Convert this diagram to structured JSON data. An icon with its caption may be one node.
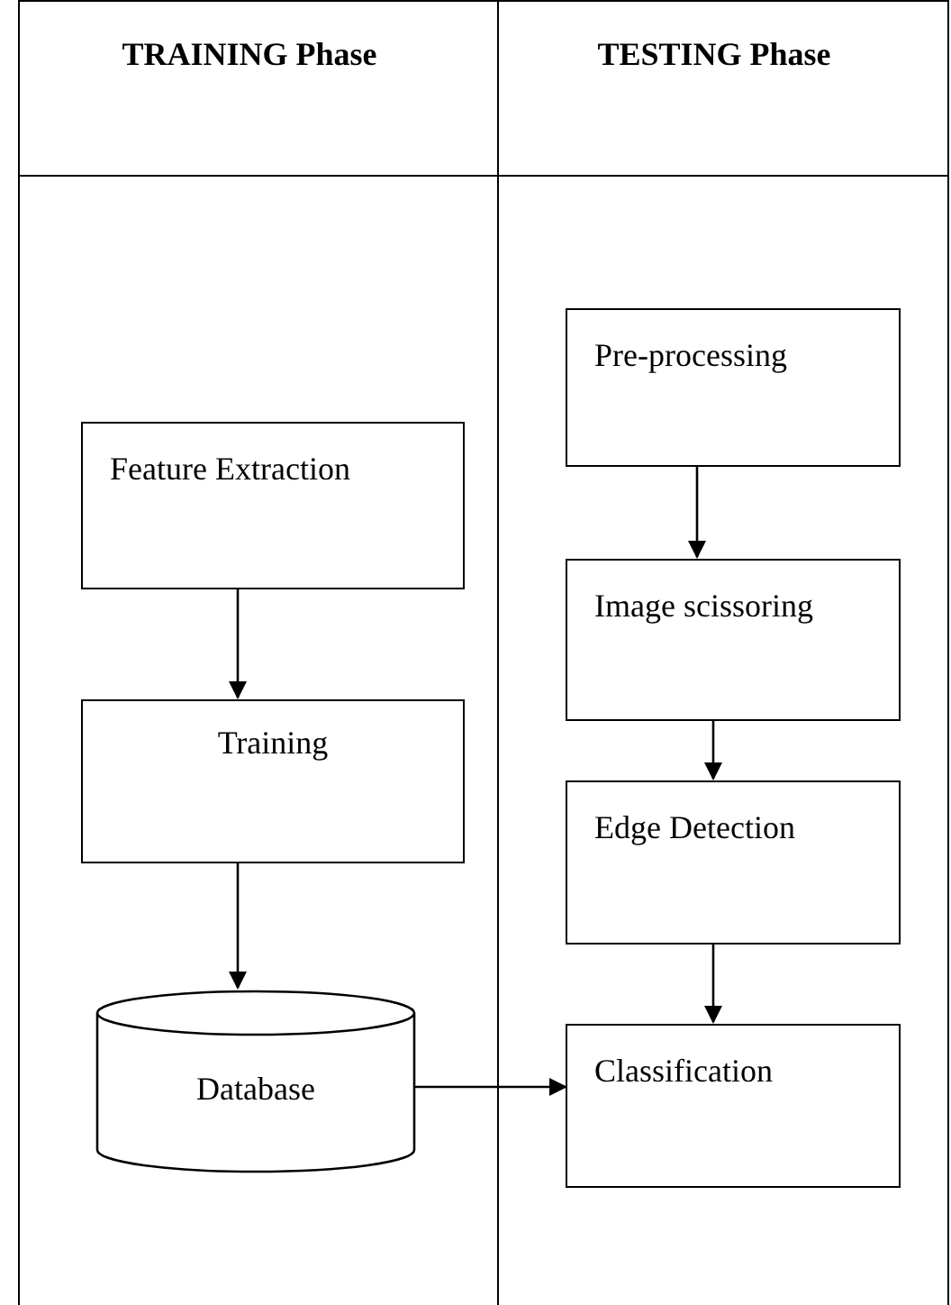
{
  "diagram": {
    "nodes": [
      {
        "text": [
          "TRAINING Phase"
        ]
      },
      {
        "text": [
          "TESTING Phase"
        ]
      },
      {
        "text": [
          "Feature Extraction"
        ],
        "in": 0
      },
      {
        "text": [
          "Training"
        ],
        "in": 0
      },
      {
        "text": [
          "Database"
        ],
        "in": 0
      },
      {
        "text": [
          "Pre-processing"
        ],
        "in": 1
      },
      {
        "text": [
          "Image scissoring"
        ],
        "in": 1
      },
      {
        "text": [
          "Edge Detection"
        ],
        "in": 1
      },
      {
        "text": [
          "Classification"
        ],
        "in": 1
      }
    ],
    "edges": [
      {
        "from": 2,
        "to": 3,
        "arrow": "to"
      },
      {
        "from": 3,
        "to": 4,
        "arrow": "to"
      },
      {
        "from": 4,
        "to": 8,
        "arrow": "to"
      },
      {
        "from": 5,
        "to": 6,
        "arrow": "to"
      },
      {
        "from": 6,
        "to": 7,
        "arrow": "to"
      },
      {
        "from": 7,
        "to": 8,
        "arrow": "to"
      }
    ]
  }
}
